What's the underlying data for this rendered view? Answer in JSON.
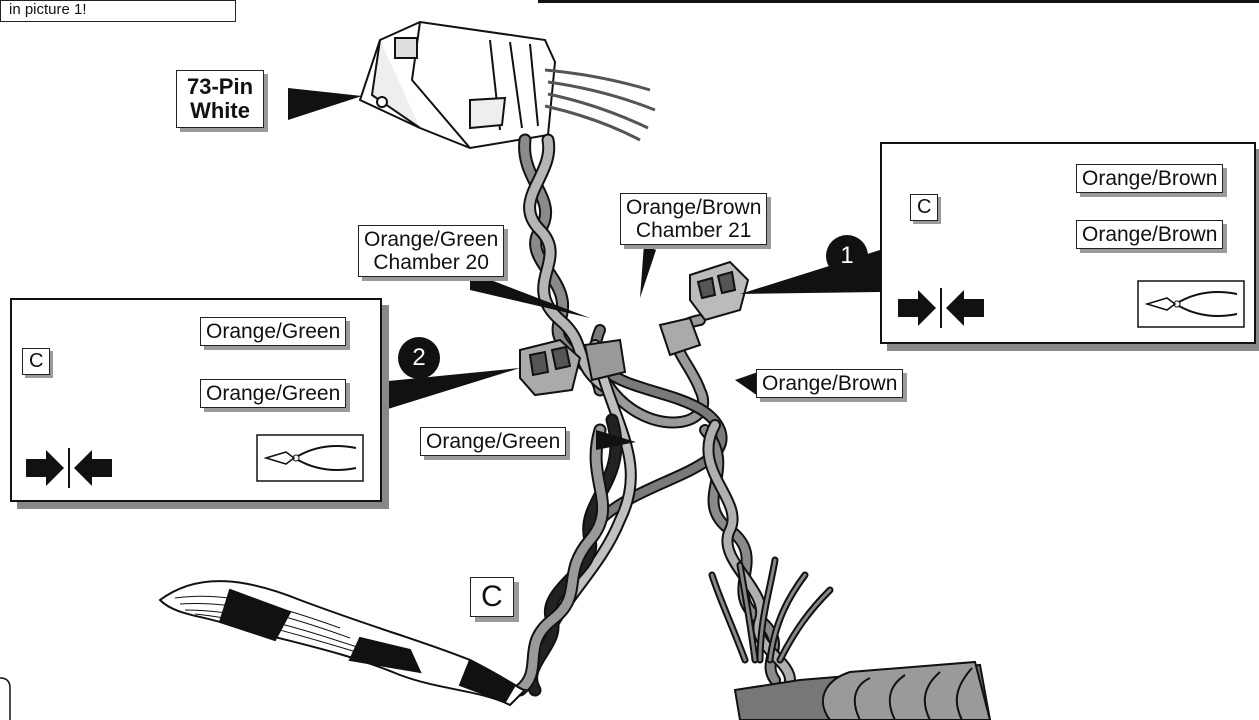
{
  "note": {
    "text": "in picture 1!"
  },
  "connector": {
    "name_line1": "73-Pin",
    "name_line2": "White"
  },
  "labels": {
    "orange_green_chamber": [
      "Orange/Green",
      "Chamber 20"
    ],
    "orange_brown_chamber": [
      "Orange/Brown",
      "Chamber 21"
    ],
    "orange_brown_right": "Orange/Brown",
    "orange_green_low": "Orange/Green"
  },
  "step1": {
    "number": "1",
    "connector_label": "C",
    "wire_top": "Orange/Brown",
    "wire_bottom": "Orange/Brown",
    "icons": [
      "push-together-icon",
      "crimping-pliers-icon"
    ]
  },
  "step2": {
    "number": "2",
    "connector_label": "C",
    "wire_top": "Orange/Green",
    "wire_bottom": "Orange/Green",
    "icons": [
      "push-together-icon",
      "crimping-pliers-icon"
    ]
  },
  "harness": {
    "connector_label": "C"
  },
  "colors": {
    "wire_dark": "#1a1a1a",
    "wire_mid": "#6e6e6e",
    "wire_light": "#a8a8a8",
    "badge": "#111111"
  }
}
